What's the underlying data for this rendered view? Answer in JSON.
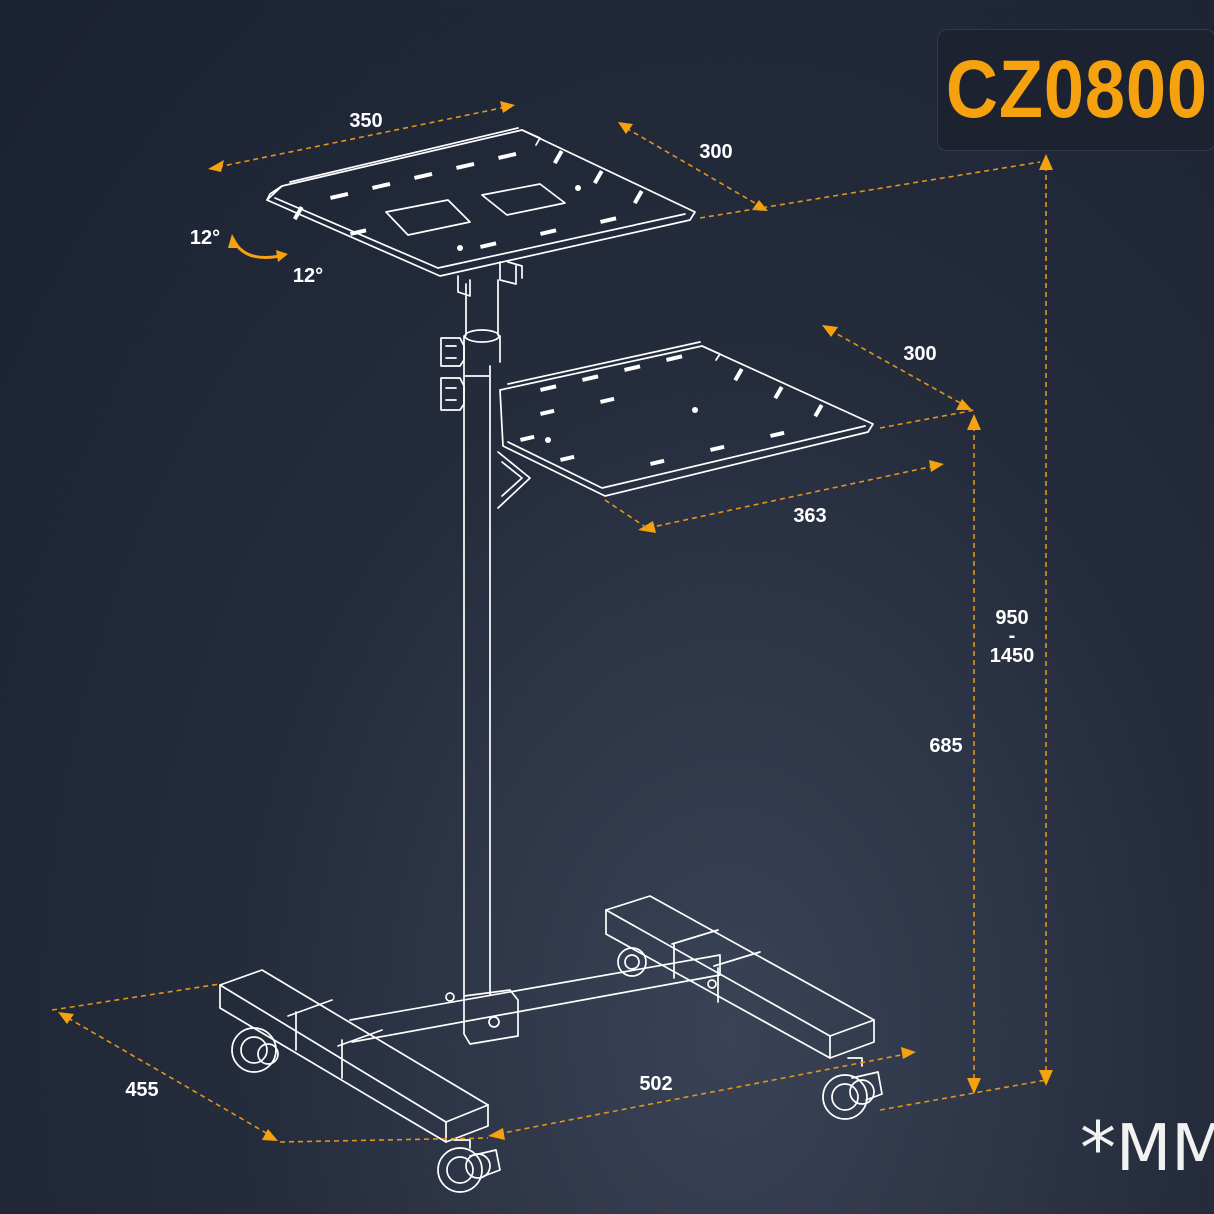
{
  "model": "CZ0800",
  "units": {
    "star": "*",
    "label": "MM"
  },
  "dimensions": {
    "top_width": "350",
    "top_depth": "300",
    "tilt_a": "12°",
    "tilt_b": "12°",
    "shelf_depth": "300",
    "shelf_width": "363",
    "height_min": "950",
    "height_sep": "-",
    "height_max": "1450",
    "shelf_height": "685",
    "base_depth": "455",
    "base_width": "502"
  },
  "colors": {
    "accent": "#f5a20e",
    "line": "#ffffff",
    "background": "#222a3a"
  }
}
